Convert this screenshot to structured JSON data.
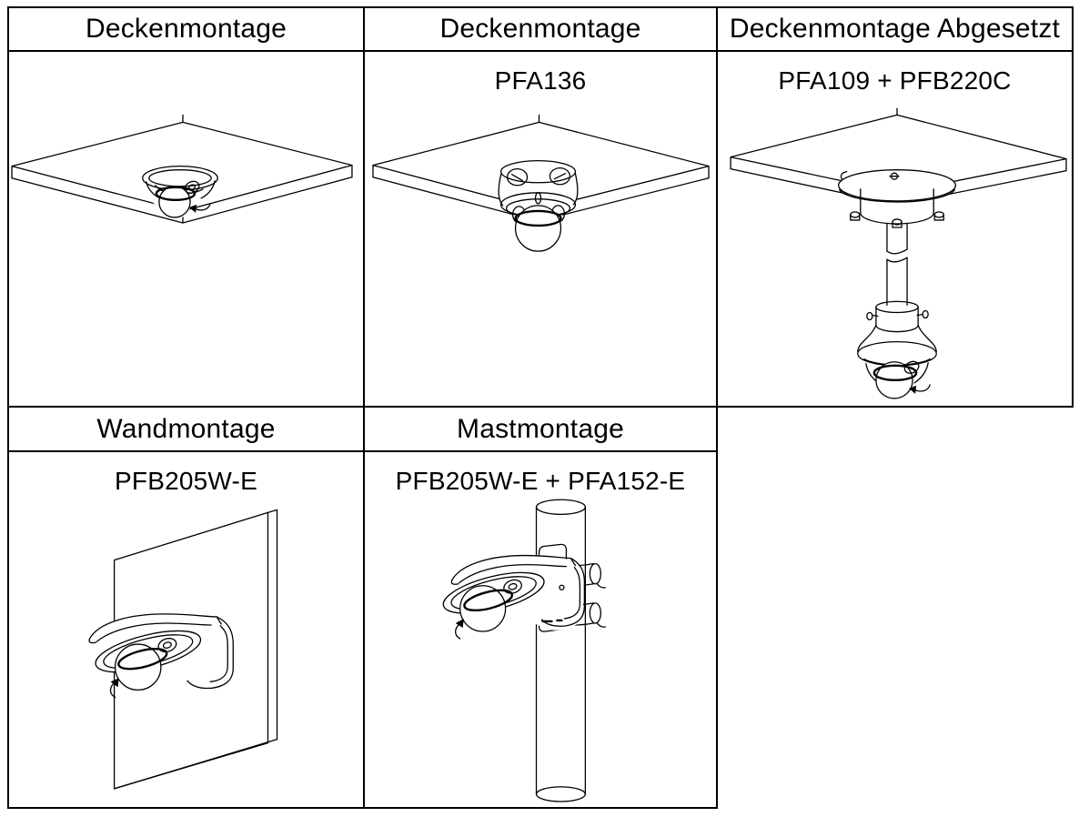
{
  "colors": {
    "background": "#ffffff",
    "table_border": "#000000",
    "line_art": "#000000",
    "text": "#000000"
  },
  "table": {
    "top_headers": [
      "Deckenmontage",
      "Deckenmontage",
      "Deckenmontage Abgesetzt"
    ],
    "top_labels": [
      "",
      "PFA136",
      "PFA109 + PFB220C"
    ],
    "bottom_headers": [
      "Wandmontage",
      "Mastmontage"
    ],
    "bottom_labels": [
      "PFB205W-E",
      "PFB205W-E + PFA152-E"
    ],
    "diagrams": [
      {
        "name": "ceiling-mount-dome-camera-diagram"
      },
      {
        "name": "ceiling-mount-adapter-dome-camera-diagram"
      },
      {
        "name": "pendant-pole-ceiling-mount-dome-camera-diagram"
      },
      {
        "name": "wall-mount-bracket-dome-camera-diagram"
      },
      {
        "name": "pole-mount-strap-bracket-dome-camera-diagram"
      }
    ]
  }
}
